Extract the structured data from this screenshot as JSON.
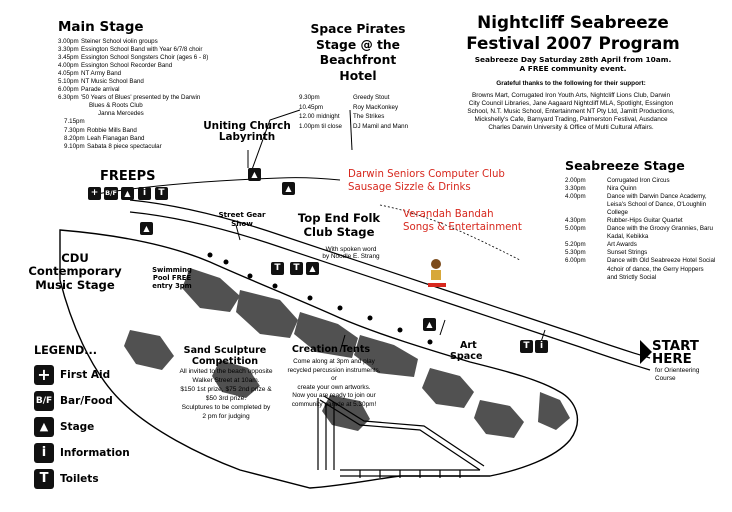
{
  "title": {
    "line1": "Nightcliff Seabreeze",
    "line2": "Festival 2007 Program",
    "sub1": "Seabreeze Day Saturday 28th April from 10am.",
    "sub2": "A FREE community event."
  },
  "thanks": {
    "heading": "Grateful thanks to the following for their support:",
    "lines": [
      "Browns Mart, Corrugated Iron Youth Arts, Nightcliff Lions Club, Darwin",
      "City Council Libraries, Jane Aagaard Nightcliff MLA, Spotlight, Essington",
      "School, N.T. Music School, Entertainment NT Pty Ltd, Jamitt Productions,",
      "Mickshelly's Cafe, Barnyard Trading, Palmerston Festival, Ausdance",
      "Charles Darwin University & Office of Multi Cultural Affairs."
    ]
  },
  "main_stage": {
    "heading": "Main Stage",
    "rows": [
      {
        "time": "3.00pm",
        "act": "Steiner School violin groups"
      },
      {
        "time": "3.30pm",
        "act": "Essington School Band with Year 6/7/8 choir"
      },
      {
        "time": "3.45pm",
        "act": "Essington School Songsters Choir (ages 6 - 8)"
      },
      {
        "time": "4.00pm",
        "act": "Essington School Recorder Band"
      },
      {
        "time": "4.05pm",
        "act": "NT Army Band"
      },
      {
        "time": "5.10pm",
        "act": "NT Music School Band"
      },
      {
        "time": "6.00pm",
        "act": "Parade arrival"
      },
      {
        "time": "6.30pm",
        "act": "'50 Years of Blues' presented by the Darwin"
      },
      {
        "time": "",
        "act": "Blues & Roots Club"
      },
      {
        "time": "",
        "act": "Janna Mercedes"
      },
      {
        "time": "7.15pm",
        "act": ""
      },
      {
        "time": "7.30pm",
        "act": "Robbie Mills Band"
      },
      {
        "time": "8.20pm",
        "act": "Leah Flanagan Band"
      },
      {
        "time": "9.10pm",
        "act": "Sabata 8 piece spectacular"
      }
    ]
  },
  "space_pirates": {
    "heading_lines": [
      "Space Pirates",
      "Stage @ the",
      "Beachfront",
      "Hotel"
    ],
    "rows": [
      {
        "time": "9.30pm",
        "act": "Greedy Stout"
      },
      {
        "time": "10.45pm",
        "act": "Roy MacKonkey"
      },
      {
        "time": "12.00 midnight",
        "act": "The Strikes"
      },
      {
        "time": "1.00pm til close",
        "act": "DJ Mamil and Mann"
      }
    ]
  },
  "seabreeze_stage": {
    "heading": "Seabreeze Stage",
    "rows": [
      {
        "time": "2.00pm",
        "act": "Corrugated Iron Circus"
      },
      {
        "time": "3.30pm",
        "act": "Nira Quinn"
      },
      {
        "time": "4.00pm",
        "act": "Dance with Darwin Dance Academy,"
      },
      {
        "time": "",
        "act": "Leisa's School of Dance, O'Loughlin"
      },
      {
        "time": "",
        "act": "College"
      },
      {
        "time": "4.30pm",
        "act": "Rubber-Hips Guitar Quartet"
      },
      {
        "time": "5.00pm",
        "act": "Dance with the Groovy Grannies, Baru"
      },
      {
        "time": "",
        "act": "Kadal, Kebikka"
      },
      {
        "time": "5.20pm",
        "act": "Art Awards"
      },
      {
        "time": "5.30pm",
        "act": "Sunset Strings"
      },
      {
        "time": "6.00pm",
        "act": "Dance with Old Seabreeze Hotel Social"
      },
      {
        "time": "",
        "act": "4choir of dance, the Gerry Hoppers"
      },
      {
        "time": "",
        "act": "and Strictly Social"
      }
    ]
  },
  "overlay_red": {
    "line1": "Darwin Seniors Computer Club",
    "line2": "Sausage Sizzle & Drinks",
    "line3": "Verandah Bandah",
    "line4": "Songs & Entertainment"
  },
  "map_labels": {
    "uniting_church": [
      "Uniting Church",
      "Labyrinth"
    ],
    "freeps": "FREEPS",
    "cdu": [
      "CDU",
      "Contemporary",
      "Music Stage"
    ],
    "street_gear": [
      "Street Gear",
      "Show"
    ],
    "swimming_pool": [
      "Swimming",
      "Pool FREE",
      "entry 3pm"
    ],
    "top_end_folk": [
      "Top End Folk",
      "Club Stage"
    ],
    "top_end_folk_note": [
      "With spoken word",
      "by Noodle E. Strang"
    ],
    "sand_sculpture": [
      "Sand Sculpture",
      "Competition"
    ],
    "sand_sculpture_note": [
      "All invited to the beach opposite",
      "Walker Street at 10am.",
      "$150 1st prize, $75 2nd prize &",
      "$50 3rd prize.",
      "Sculptures to be completed by",
      "2 pm for judging"
    ],
    "creation_tents": "Creation Tents",
    "creation_tents_note": [
      "Come along at 3pm and play",
      "recycled percussion instruments, or",
      "create your own artworks.",
      "Now you are ready to join our",
      "community parade at 5.30pm!"
    ],
    "art_space": [
      "Art",
      "Space"
    ],
    "start_here": [
      "START",
      "HERE"
    ],
    "start_note": [
      "for Orienteering",
      "Course"
    ]
  },
  "legend": {
    "heading": "LEGEND...",
    "items": [
      {
        "glyph": "+",
        "label": "First Aid"
      },
      {
        "glyph": "B/F",
        "label": "Bar/Food"
      },
      {
        "glyph": "▲",
        "label": "Stage"
      },
      {
        "glyph": "i",
        "label": "Information"
      },
      {
        "glyph": "T",
        "label": "Toilets"
      }
    ]
  },
  "icons": {
    "first_aid": "+",
    "bar_food": "B/F",
    "stage": "▲",
    "info": "i",
    "toilet": "T"
  }
}
